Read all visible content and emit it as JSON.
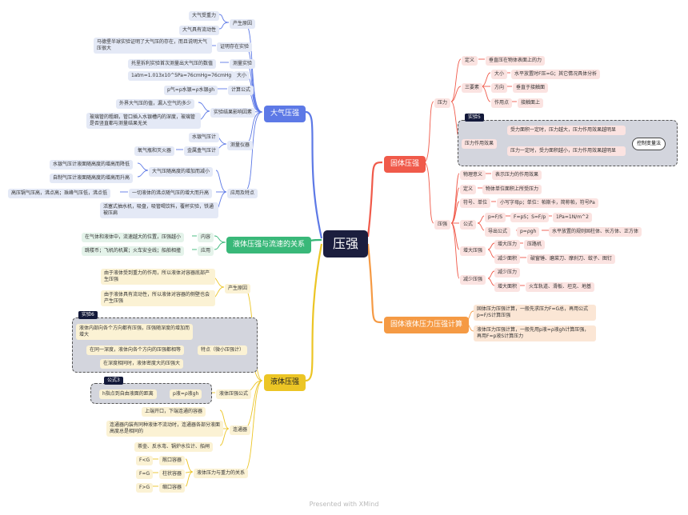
{
  "root": "压强",
  "colors": {
    "blue": "#5d79e6",
    "red": "#f05a4a",
    "orange": "#f59a44",
    "green": "#39b879",
    "yellow": "#ecc525"
  },
  "atm": {
    "title": "大气压强",
    "cause": "产生原因",
    "cause_items": [
      "大气受重力",
      "大气具有流动性"
    ],
    "prove": "证明存在实验",
    "prove_text": "马德堡半球实验证明了大气压的存在，而且说明大气压很大",
    "measure_exp": "测量实验",
    "measure_text": "托里拆利实验首次测量出大气压的数值",
    "size": "大小",
    "size_text": "1atm=1.013x10^5Pa=76cmHg=76cmHg",
    "calc": "计算公式",
    "calc_text": "p气=p水银=ρ水银gh",
    "result": "实验结果影响因素",
    "result_items": [
      "外界大气压的值，漏入空气的多少",
      "玻璃管的粗细，管口插入水银槽内的深度，玻璃管是否竖直都与测量结果无关"
    ],
    "meter": "测量仪器",
    "meter_items": [
      "水银气压计",
      "氧气瓶和灭火器",
      "金属盒气压计"
    ],
    "app": "应用及特点",
    "height": "大气压随高度的增加而减小",
    "height_items": [
      "水银气压计液面随高度的增高而降低",
      "自制气压计液面随高度的增高而升高"
    ],
    "boil": "一切液体的沸点随气压的增大而升高",
    "boil_left": "高压锅气压高，沸点高；珠峰气压低，沸点低",
    "life": "活塞式抽水机，吸盘，吸管喝饮料，覆杯实验，铁通被压扁"
  },
  "flow": {
    "title": "液体压强与流速的关系",
    "content": "内容",
    "content_text": "在气体和液体中，流速越大的位置，压强越小",
    "use": "应用",
    "use_text": "跳楼币；飞机的机翼；火车安全线；船舶相撞"
  },
  "liquid": {
    "title": "液体压强",
    "cause": "产生原因",
    "cause_items": [
      "由于液体受到重力的作用，所以液体对容器底部产生压强",
      "由于液体具有流动性，所以液体对容器的侧壁也会产生压强"
    ],
    "exp_tag": "实验6",
    "feature": "特点（微小压强计）",
    "feature_items": [
      "液体内部向各个方向都有压强，压强随深度的增加而增大",
      "在同一深度，液体向各个方向的压强都相等",
      "在深度相同时，液体密度大的压强大"
    ],
    "formula_tag": "公式3",
    "formula": "液体压强公式",
    "formula_eq": "p液=ρ液gh",
    "formula_note": "h指点到自由液面的距离",
    "vessel": "连通器",
    "vessel_items": [
      "上端开口，下端连通的容器",
      "连通器内装有同种液体不流动时，连通器各部分液面高度总是相同的",
      "茶壶、反水弯、锅炉水位计、船闸"
    ],
    "gravity": "液体压力与重力的关系",
    "gravity_items": [
      {
        "v": "F<G",
        "k": "敞口容器"
      },
      {
        "v": "F=G",
        "k": "柱状容器"
      },
      {
        "v": "F>G",
        "k": "缩口容器"
      }
    ]
  },
  "solid": {
    "title": "固体压强",
    "force": "压力",
    "def": "定义",
    "def_text": "垂直压在物体表面上的力",
    "three": "三要素",
    "size": "大小",
    "size_text": "水平放置时F压=G；其它情况具体分析",
    "dir": "方向",
    "dir_text": "垂直于接触面",
    "point": "作用点",
    "point_text": "接触面上",
    "exp_tag": "实验5",
    "effect": "压力作用效果",
    "effect_items": [
      "受力面积一定时，压力越大，压力作用效果越明显",
      "压力一定时，受力面积越小，压力作用效果越明显"
    ],
    "control": "控制变量法",
    "pressure": "压强",
    "meaning": "物理意义",
    "meaning_text": "表示压力的作用效果",
    "pdef": "定义",
    "pdef_text": "物体单位面积上所受压力",
    "symbol": "符号、单位",
    "symbol_text": "小写字母p；单位：帕斯卡，简称帕，符号Pa",
    "formula": "公式",
    "f1": "p=F/S",
    "f2": "F=pS；S=F/p",
    "f3": "1Pa=1N/m^2",
    "derive": "导出公式",
    "derive_eq": "p=ρgh",
    "derive_text": "水平放置的规则固柱体、长方体、正方体",
    "inc": "增大压强",
    "inc_f": "增大压力",
    "inc_f_text": "压路机",
    "inc_s": "减少面积",
    "inc_s_text": "破窗锤、磨菜刀、摩刹刀、蚊子、图钉",
    "dec": "减少压强",
    "dec_f": "减少压力",
    "dec_s": "增大面积",
    "dec_s_text": "火车轨道、滑板、坦克、地基"
  },
  "calc": {
    "title": "固体液体压力压强计算",
    "items": [
      "固体压力压强计算，一般先求压力F=G总，再用公式p=F/S计算压强",
      "液体压力压强计算，一般先用p液=ρ液gh计算压强，再用F=p液S计算压力"
    ]
  },
  "footer": "Presented with XMind"
}
